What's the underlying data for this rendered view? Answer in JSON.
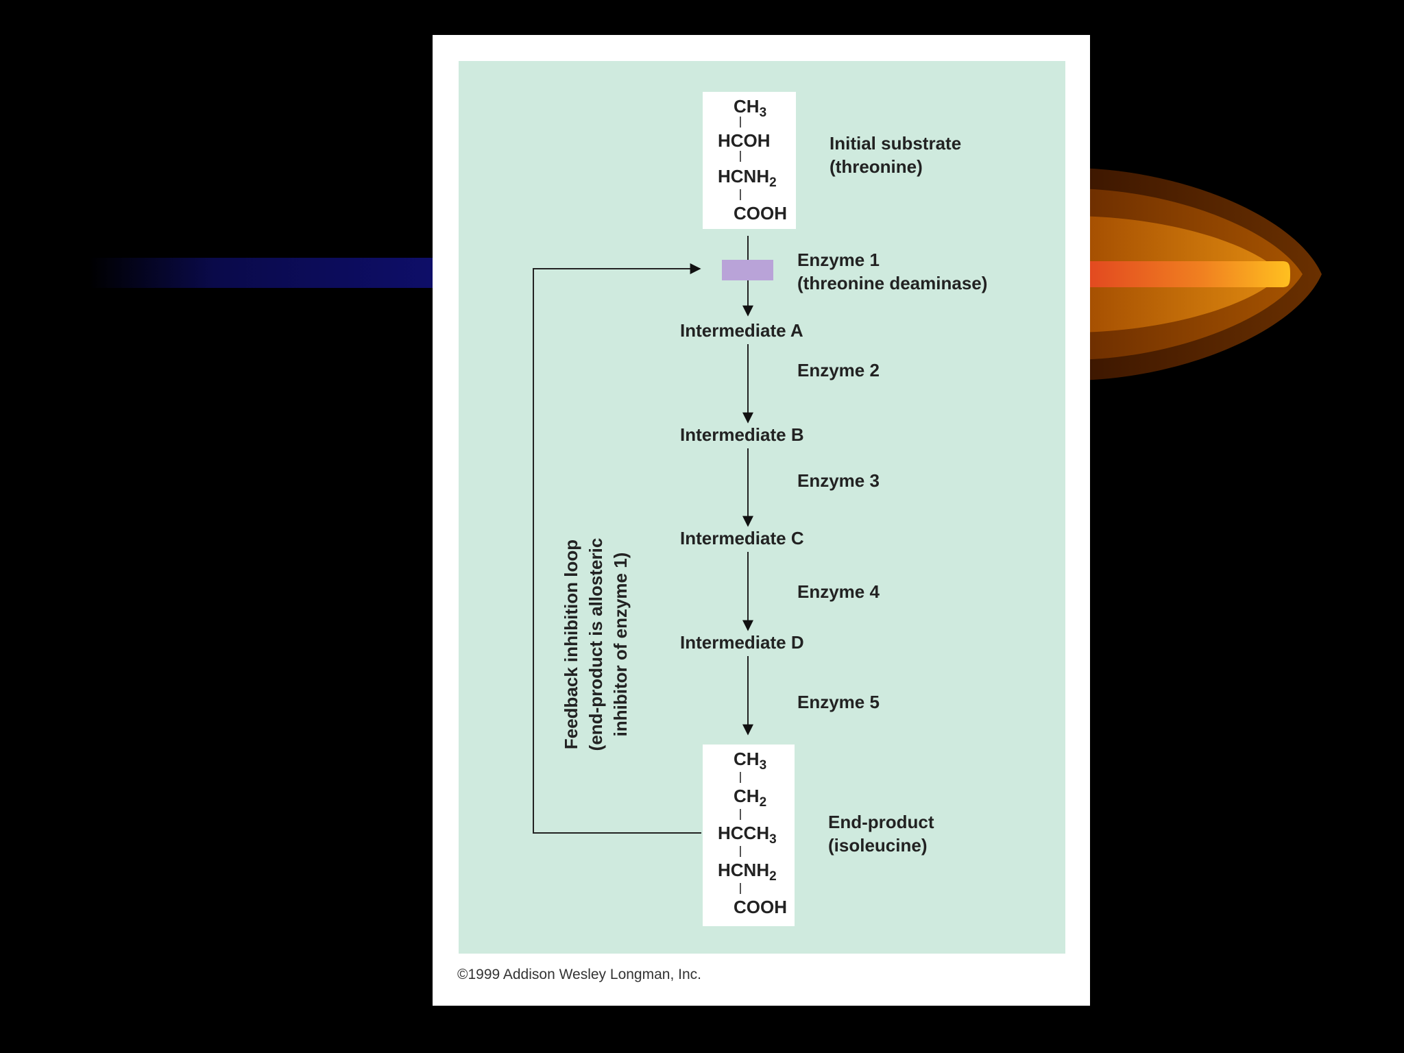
{
  "diagram": {
    "initial_substrate": {
      "formula": [
        "CH",
        "HCOH",
        "HCNH",
        "COOH"
      ],
      "formula_subscripts": [
        "3",
        "",
        "2",
        ""
      ],
      "label_line1": "Initial substrate",
      "label_line2": "(threonine)"
    },
    "enzymes": [
      {
        "line1": "Enzyme 1",
        "line2": "(threonine deaminase)"
      },
      {
        "line1": "Enzyme 2"
      },
      {
        "line1": "Enzyme 3"
      },
      {
        "line1": "Enzyme 4"
      },
      {
        "line1": "Enzyme 5"
      }
    ],
    "intermediates": [
      "Intermediate A",
      "Intermediate B",
      "Intermediate C",
      "Intermediate D"
    ],
    "end_product": {
      "formula": [
        "CH",
        "CH",
        "HCCH",
        "HCNH",
        "COOH"
      ],
      "formula_subscripts": [
        "3",
        "2",
        "3",
        "2",
        ""
      ],
      "label_line1": "End-product",
      "label_line2": "(isoleucine)"
    },
    "feedback": {
      "line1": "Feedback inhibition loop",
      "line2": "(end-product is allosteric",
      "line3": "inhibitor of enzyme 1)"
    },
    "copyright": "©1999 Addison Wesley Longman, Inc.",
    "colors": {
      "background": "#000000",
      "panel": "#cfeade",
      "enzyme_marker": "#b9a3d8",
      "flame": "#f7a21b"
    }
  }
}
